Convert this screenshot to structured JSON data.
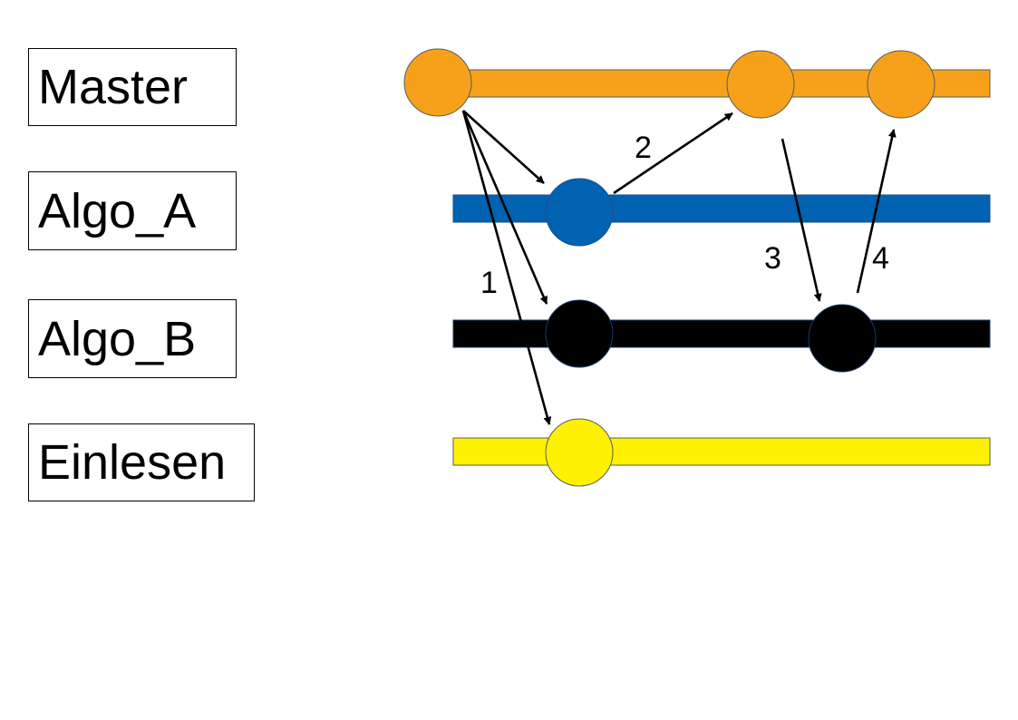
{
  "branches": [
    {
      "name": "Master",
      "color": "#f7a11a",
      "border": "#5b5b5b"
    },
    {
      "name": "Algo_A",
      "color": "#0062b1",
      "border": "#1b4f8a"
    },
    {
      "name": "Algo_B",
      "color": "#000000",
      "border": "#1b3b6b"
    },
    {
      "name": "Einlesen",
      "color": "#fff200",
      "border": "#5b5b5b"
    }
  ],
  "steps": [
    "1",
    "2",
    "3",
    "4"
  ],
  "arrow_color": "#000000"
}
